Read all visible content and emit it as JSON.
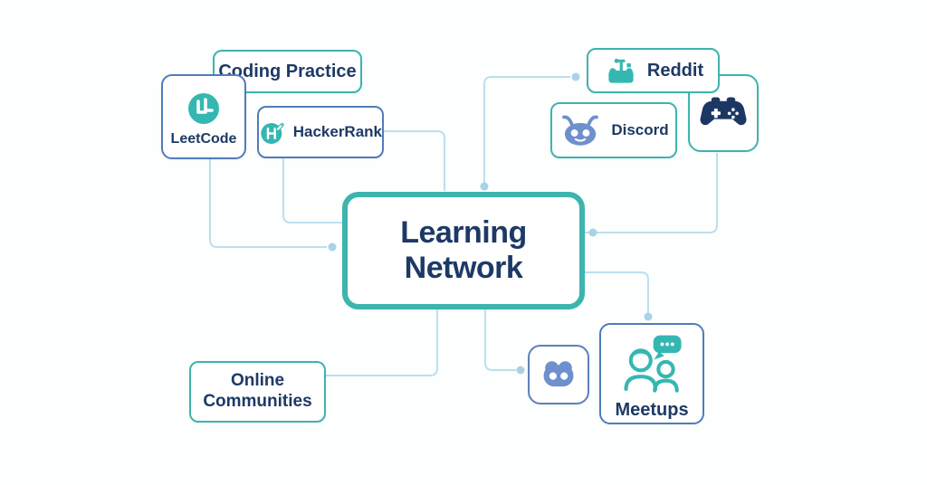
{
  "center": {
    "label": "Learning Network"
  },
  "nodes": {
    "coding_practice": {
      "label": "Coding Practice"
    },
    "leetcode": {
      "label": "LeetCode",
      "icon": "leetcode-icon"
    },
    "hackerrank": {
      "label": "HackerRank",
      "icon": "hackerrank-icon"
    },
    "reddit": {
      "label": "Reddit",
      "icon": "reddit-robot-icon"
    },
    "discord": {
      "label": "Discord",
      "icon": "alien-face-icon"
    },
    "gamepad": {
      "label": "",
      "icon": "gamepad-icon"
    },
    "online_communities": {
      "label": "Online Communities"
    },
    "discord_logo": {
      "label": "",
      "icon": "discord-logo-icon"
    },
    "meetups": {
      "label": "Meetups",
      "icon": "people-chat-icon"
    }
  },
  "edges": [
    {
      "from": "hackerrank",
      "to": "learning_network",
      "enters": "left"
    },
    {
      "from": "leetcode",
      "to": "learning_network",
      "enters": "left"
    },
    {
      "from": "hackerrank",
      "to": "learning_network",
      "enters": "top"
    },
    {
      "from": "learning_network",
      "to": "reddit",
      "enters": "top"
    },
    {
      "from": "learning_network",
      "to": "gamepad",
      "enters": "right"
    },
    {
      "from": "learning_network",
      "to": "meetups",
      "enters": "right"
    },
    {
      "from": "learning_network",
      "to": "online_communities",
      "enters": "bottom"
    },
    {
      "from": "learning_network",
      "to": "discord_logo",
      "enters": "bottom"
    }
  ],
  "colors": {
    "background": "#fdfefe",
    "teal_border": "#3db4ae",
    "blue_border": "#4f7cba",
    "navy_text": "#1d3a66",
    "teal_icon": "#35b7b1",
    "blue_icon": "#6e90cc",
    "navy_icon": "#1d3765",
    "connector_line": "#bcdfef",
    "connector_dot": "#a9d2e6"
  }
}
